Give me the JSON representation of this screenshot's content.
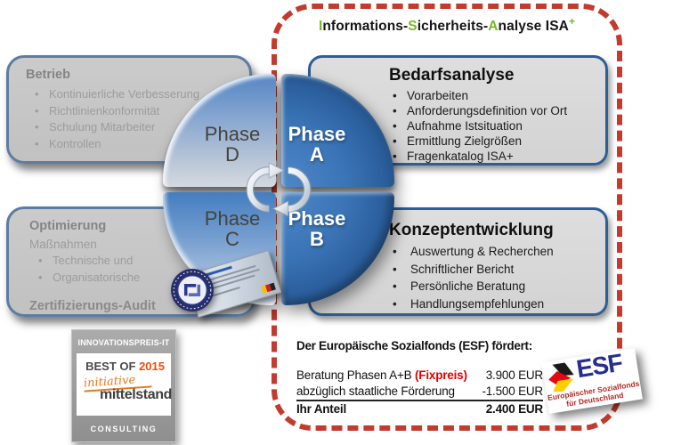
{
  "title": {
    "p1": "I",
    "p2": "nformations-",
    "p3": "S",
    "p4": "icherheits-",
    "p5": "A",
    "p6": "nalyse ",
    "p7": "ISA",
    "plus": "+"
  },
  "phases": {
    "d": {
      "word": "Phase",
      "letter": "D"
    },
    "a": {
      "word": "Phase",
      "letter": "A"
    },
    "c": {
      "word": "Phase",
      "letter": "C"
    },
    "b": {
      "word": "Phase",
      "letter": "B"
    }
  },
  "betrieb": {
    "title": "Betrieb",
    "items": [
      "Kontinuierliche Verbesserung",
      "Richtlinienkonformität",
      "Schulung Mitarbeiter",
      "Kontrollen"
    ]
  },
  "optimierung": {
    "title": "Optimierung",
    "subtitle": "Maßnahmen",
    "items": [
      "Technische und",
      "Organisatorische"
    ],
    "footer": "Zertifizierungs-Audit"
  },
  "bedarfsanalyse": {
    "title": "Bedarfsanalyse",
    "items": [
      "Vorarbeiten",
      "Anforderungsdefinition vor Ort",
      "Aufnahme Istsituation",
      "Ermittlung Zielgrößen",
      "Fragenkatalog ISA+"
    ]
  },
  "konzeptentwicklung": {
    "title": "Konzeptentwicklung",
    "items": [
      "Auswertung & Recherchen",
      "Schriftlicher Bericht",
      "Persönliche Beratung",
      "Handlungsempfehlungen"
    ]
  },
  "esf": {
    "heading": "Der Europäische Sozialfonds (ESF) fördert:",
    "rows": [
      {
        "label": "Beratung Phasen A+B",
        "highlight": "(Fixpreis)",
        "value": "3.900 EUR"
      },
      {
        "label": "abzüglich staatliche Förderung",
        "highlight": "",
        "value": "-1.500 EUR"
      },
      {
        "label": "Ihr Anteil",
        "highlight": "",
        "value": "2.400 EUR"
      }
    ]
  },
  "esf_logo": {
    "acronym": "ESF",
    "line1": "Europäischer Sozialfonds",
    "line2": "für Deutschland"
  },
  "badge": {
    "top_band": "INNOVATIONSPREIS-IT",
    "best_of": "BEST OF ",
    "year": "2015",
    "script": "initiative",
    "brand": "mittelstand",
    "bottom_band": "CONSULTING"
  },
  "colors": {
    "accent_green": "#76b82a",
    "dashed_border_red": "#c23b2e",
    "phase_dark_blue": "#3a74b6",
    "phase_light_blue": "#8fabd2",
    "box_border_blue": "#2d5e96",
    "box_fill_gray": "#d9d9d9",
    "left_box_fill": "#c6c6c6",
    "fixpreis_red": "#e00000",
    "esf_blue": "#252e91",
    "esf_text_red": "#b22a26",
    "flag_yellow": "#ffce00",
    "flag_red": "#e30613",
    "badge_orange": "#e87a1e",
    "year_orange": "#e8500f"
  }
}
